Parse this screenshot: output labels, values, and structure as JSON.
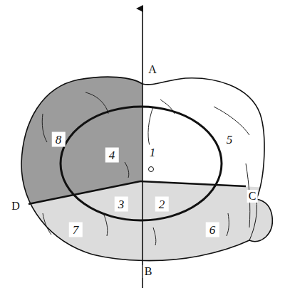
{
  "diagram": {
    "labels": [
      "A",
      "8",
      "4",
      "1",
      "5",
      "D",
      "3",
      "2",
      "C",
      "7",
      "6",
      "B"
    ]
  }
}
